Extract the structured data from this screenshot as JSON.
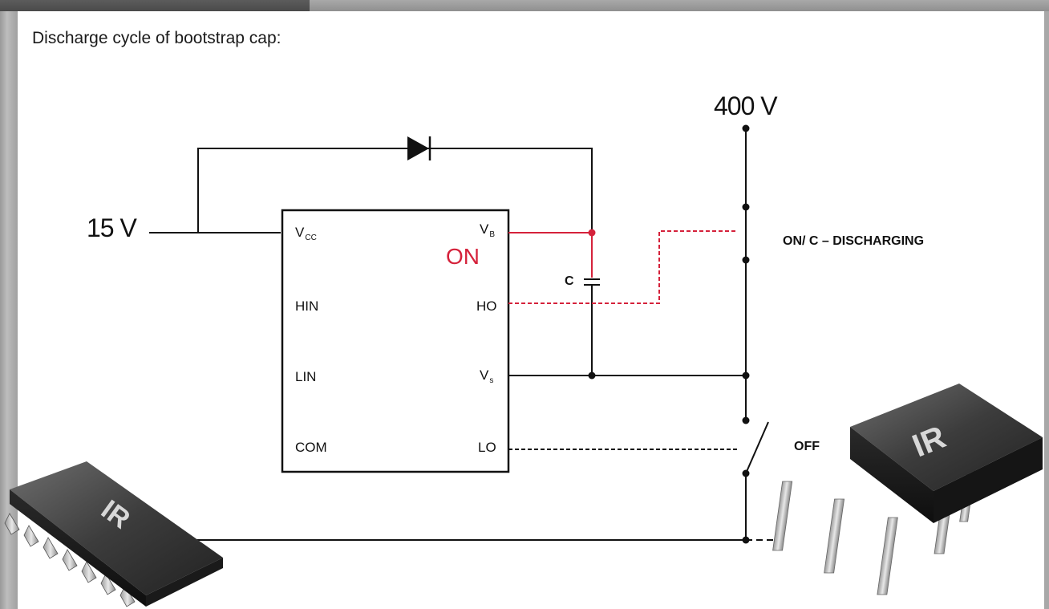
{
  "heading": "Discharge cycle of bootstrap cap:",
  "supply": {
    "vcc_label": "15 V",
    "hv_label": "400 V"
  },
  "ic": {
    "pins_left": [
      {
        "main": "V",
        "sub": "CC"
      },
      {
        "main": "HIN",
        "sub": ""
      },
      {
        "main": "LIN",
        "sub": ""
      },
      {
        "main": "COM",
        "sub": ""
      }
    ],
    "pins_right": [
      {
        "main": "V",
        "sub": "B"
      },
      {
        "main": "HO",
        "sub": ""
      },
      {
        "main": "V",
        "sub": "s"
      },
      {
        "main": "LO",
        "sub": ""
      }
    ],
    "state_label": "ON"
  },
  "capacitor_label": "C",
  "high_side_status": "ON/ C – DISCHARGING",
  "low_side_status": "OFF",
  "logo_text": "IR",
  "colors": {
    "active": "#d5223b",
    "wire": "#111111"
  }
}
